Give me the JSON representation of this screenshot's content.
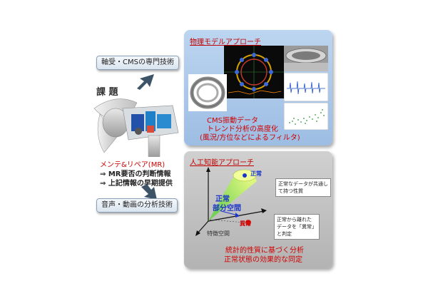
{
  "left": {
    "topic_bearing": "軸受・CMSの専門技術",
    "issues_heading": "課 題",
    "mr_title": "メンテ&リペア(MR)",
    "mr_lines": [
      "⇒ MR要否の判断情報",
      "⇒ 上記情報の早期提供"
    ],
    "topic_audio": "音声・動画の分析技術"
  },
  "physical_panel": {
    "title": "物理モデルアプローチ",
    "lines": [
      "CMS振動データ",
      "トレンド分析の高度化",
      "(風況/方位などによるフィルタ)"
    ]
  },
  "ai_panel": {
    "title": "人工知能アプローチ",
    "normal_label": "正常",
    "normal_subspace": [
      "正常",
      "部分空間"
    ],
    "abnormal_label": "異常",
    "axis_label": "特徴空間",
    "callout_normal": [
      "正常なデータが共通し",
      "て持つ性質"
    ],
    "callout_abnormal": [
      "正常から離れた",
      "データを「異常」",
      "と判定"
    ],
    "summary": [
      "統計的性質に基づく分析",
      "正常状態の効果的な同定"
    ]
  },
  "colors": {
    "panel_blue": "#a9c6e8",
    "panel_gray": "#bdbdbd",
    "accent_red": "#d00000",
    "accent_blue": "#1a35c8"
  }
}
